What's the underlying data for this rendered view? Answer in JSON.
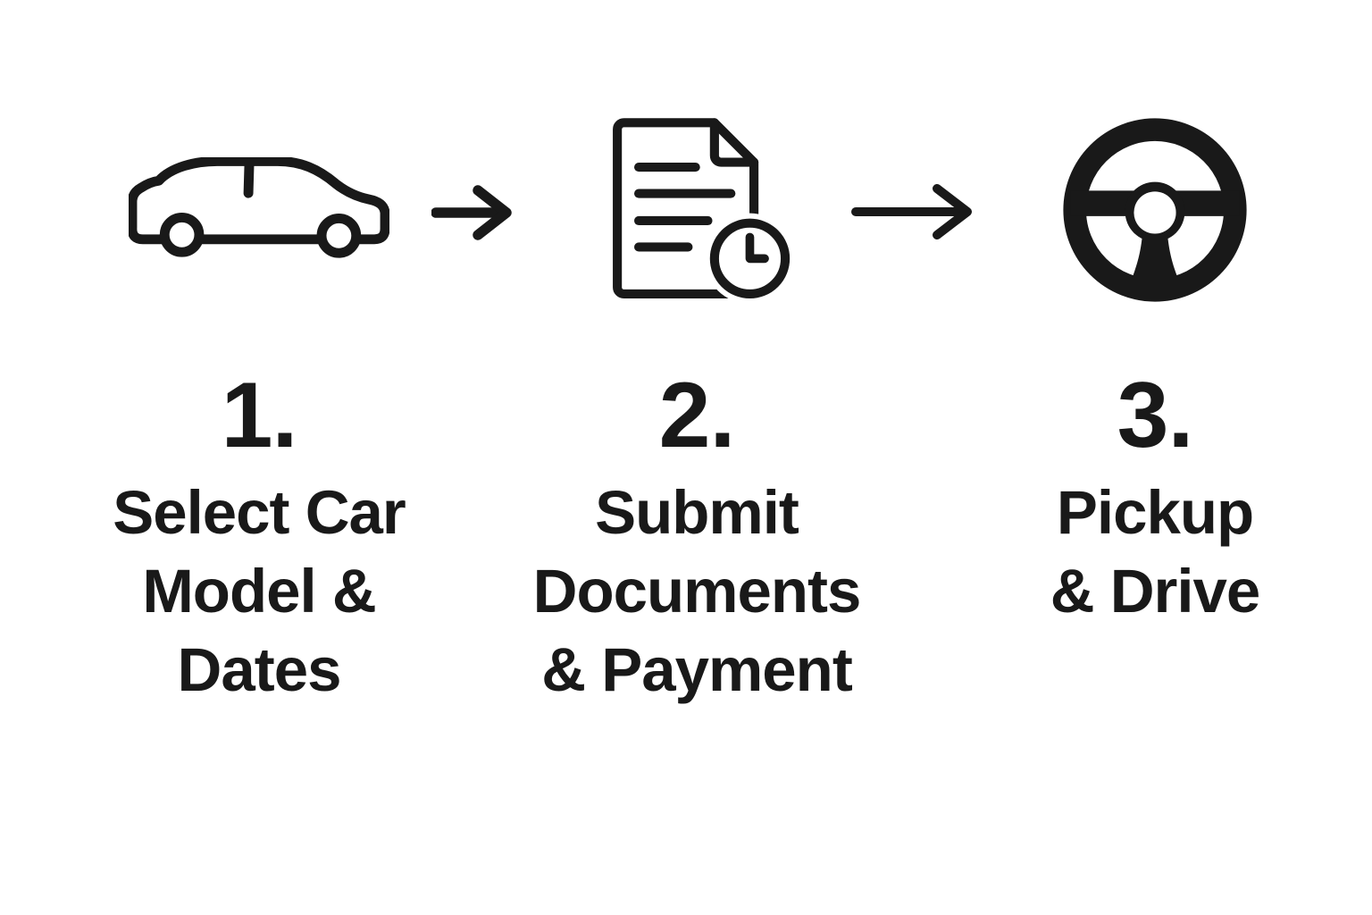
{
  "page": {
    "background": "#ffffff",
    "ink": "#191919"
  },
  "steps": [
    {
      "id": "select-car",
      "icon": "car-side-icon",
      "number": "1.",
      "label": "Select Car\nModel &\nDates"
    },
    {
      "id": "submit-documents",
      "icon": "document-clock-icon",
      "number": "2.",
      "label": "Submit\nDocuments\n& Payment"
    },
    {
      "id": "pickup-drive",
      "icon": "steering-wheel-icon",
      "number": "3.",
      "label": "Pickup\n& Drive"
    }
  ],
  "arrows": [
    {
      "icon": "arrow-right-icon"
    },
    {
      "icon": "arrow-right-icon"
    }
  ]
}
